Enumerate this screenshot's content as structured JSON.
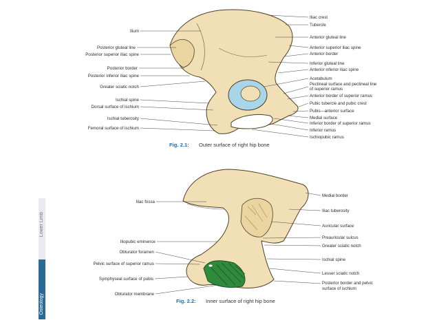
{
  "fig1": {
    "caption_number": "Fig. 2.1:",
    "caption_text": "Outer surface of right hip bone",
    "left_labels": [
      "Ilium",
      "Posterior gluteal line",
      "Posterior superior iliac spine",
      "Posterior border",
      "Posterior inferior iliac spine",
      "Greater sciatic notch",
      "Ischial spine",
      "Dorsal surface of ischium",
      "Ischial tuberosity",
      "Femoral surface of ischium"
    ],
    "right_labels": [
      "Iliac crest",
      "Tubercle",
      "Anterior gluteal line",
      "Anterior superior iliac spine",
      "Anterior border",
      "Inferior gluteal line",
      "Anterior inferior iliac spine",
      "Acetabulum",
      "Pectineal surface and pectineal line",
      "of superior ramus",
      "Anterior border of superior ramus",
      "Pubic tubercle and pubic crest",
      "Pubis—anterior surface",
      "Medial surface",
      "Inferior border of superior ramus",
      "Inferior ramus",
      "Ischiopubic ramus"
    ]
  },
  "fig2": {
    "caption_number": "Fig. 2.2:",
    "caption_text": "Inner surface of right hip bone",
    "left_labels": [
      "Iliac fossa",
      "Iliopubic eminence",
      "Obturator foramen",
      "Pelvic surface of superior ramus",
      "Symphyseal surface of pubis",
      "Obturator membrane"
    ],
    "right_labels": [
      "Medial border",
      "Iliac tuberosity",
      "Auricular surface",
      "Preauricular sulcus",
      "Greater sciatic notch",
      "Ischial spine",
      "Lesser sciatic notch",
      "Posterior border and pelvic",
      "surface of ischium"
    ]
  },
  "side_tab": {
    "top_text": "Lower Limb",
    "bottom_text": "Osteology"
  },
  "colors": {
    "bone": "#f1e0b5",
    "acetabulum": "#a9d5e8",
    "membrane": "#2f8a3c",
    "caption_accent": "#1f6fb0",
    "side_tab": "#2a6a97"
  }
}
